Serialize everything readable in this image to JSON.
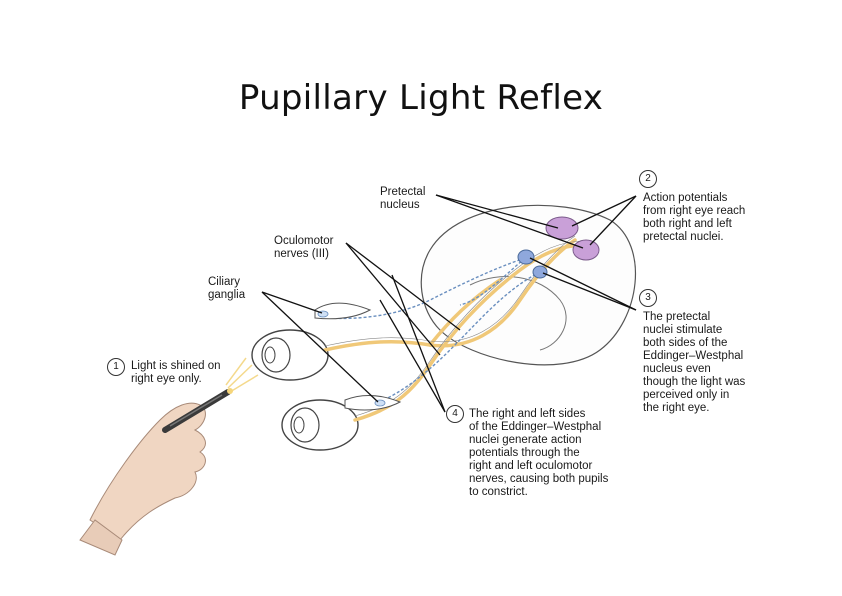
{
  "title": "Pupillary Light Reflex",
  "labels": {
    "pretectal": "Pretectal\nnucleus",
    "oculomotor": "Oculomotor\nnerves (III)",
    "ciliary": "Ciliary\nganglia"
  },
  "steps": [
    {
      "num": "1",
      "text": "Light is shined on\nright eye only."
    },
    {
      "num": "2",
      "text": "Action potentials\nfrom right eye reach\nboth right and left\npretectal nuclei."
    },
    {
      "num": "3",
      "text": "The pretectal\nnuclei stimulate\nboth sides of the\nEddinger–Westphal\nnucleus even\nthough the light was\nperceived only in\nthe right eye."
    },
    {
      "num": "4",
      "text": "The right and left sides\nof the Eddinger–Westphal\nnuclei generate action\npotentials through the\nright and left oculomotor\nnerves, causing both pupils\nto constrict."
    }
  ],
  "colors": {
    "pathway": "#f0c878",
    "efferent": "#6a8fbf",
    "pretectal_nucleus": "#c9a0d8",
    "ew_nucleus": "#8fa8dc",
    "glove": "#f0d6c2",
    "penlight": "#3a3a3a"
  }
}
